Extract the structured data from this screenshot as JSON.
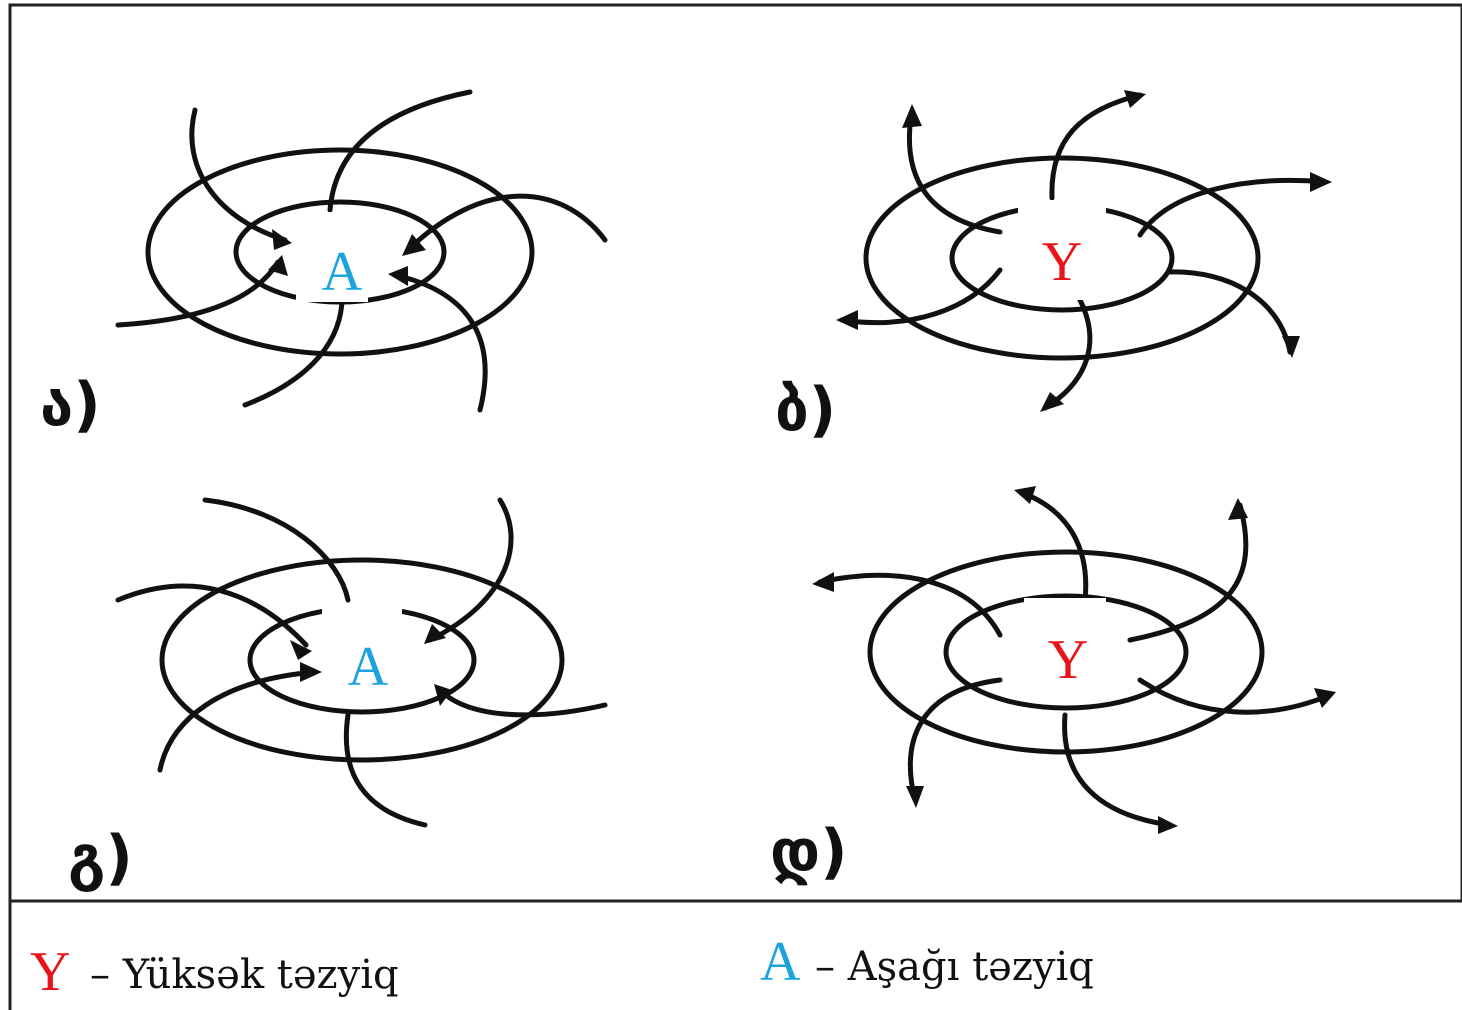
{
  "panels": [
    {
      "id": "a",
      "label": "ა)",
      "center_letter": "A",
      "center_color": "#1ba3dd",
      "flow": "inward"
    },
    {
      "id": "b",
      "label": "ბ)",
      "center_letter": "Y",
      "center_color": "#e8141a",
      "flow": "outward"
    },
    {
      "id": "c",
      "label": "გ)",
      "center_letter": "A",
      "center_color": "#1ba3dd",
      "flow": "inward"
    },
    {
      "id": "d",
      "label": "დ)",
      "center_letter": "Y",
      "center_color": "#e8141a",
      "flow": "outward"
    }
  ],
  "legend": {
    "high_symbol": "Y",
    "high_text": "– Yüksək təzyiq",
    "high_color": "#e8141a",
    "low_symbol": "A",
    "low_text": "– Aşağı təzyiq",
    "low_color": "#1ba3dd"
  },
  "colors": {
    "line": "#111111",
    "frame": "#222222",
    "background": "#ffffff"
  }
}
